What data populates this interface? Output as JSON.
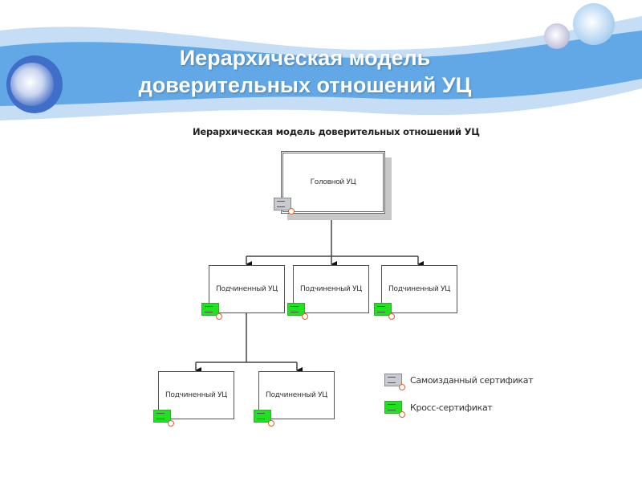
{
  "slide": {
    "title_line1": "Иерархическая модель",
    "title_line2": "доверительных отношений УЦ"
  },
  "diagram": {
    "title": "Иерархическая модель доверительных отношений УЦ",
    "root": {
      "label": "Головной УЦ",
      "certificate": "self-signed"
    },
    "level2": [
      {
        "label": "Подчиненный УЦ",
        "certificate": "cross"
      },
      {
        "label": "Подчиненный УЦ",
        "certificate": "cross"
      },
      {
        "label": "Подчиненный УЦ",
        "certificate": "cross"
      }
    ],
    "level3": [
      {
        "label": "Подчиненный УЦ",
        "certificate": "cross"
      },
      {
        "label": "Подчиненный УЦ",
        "certificate": "cross"
      }
    ],
    "legend": [
      {
        "label": "Самоизданный сертификат",
        "color": "#c8ccd2"
      },
      {
        "label": "Кросс-сертификат",
        "color": "#22e022"
      }
    ]
  },
  "colors": {
    "banner": "#62a8e6",
    "banner_light": "#c5def5"
  }
}
